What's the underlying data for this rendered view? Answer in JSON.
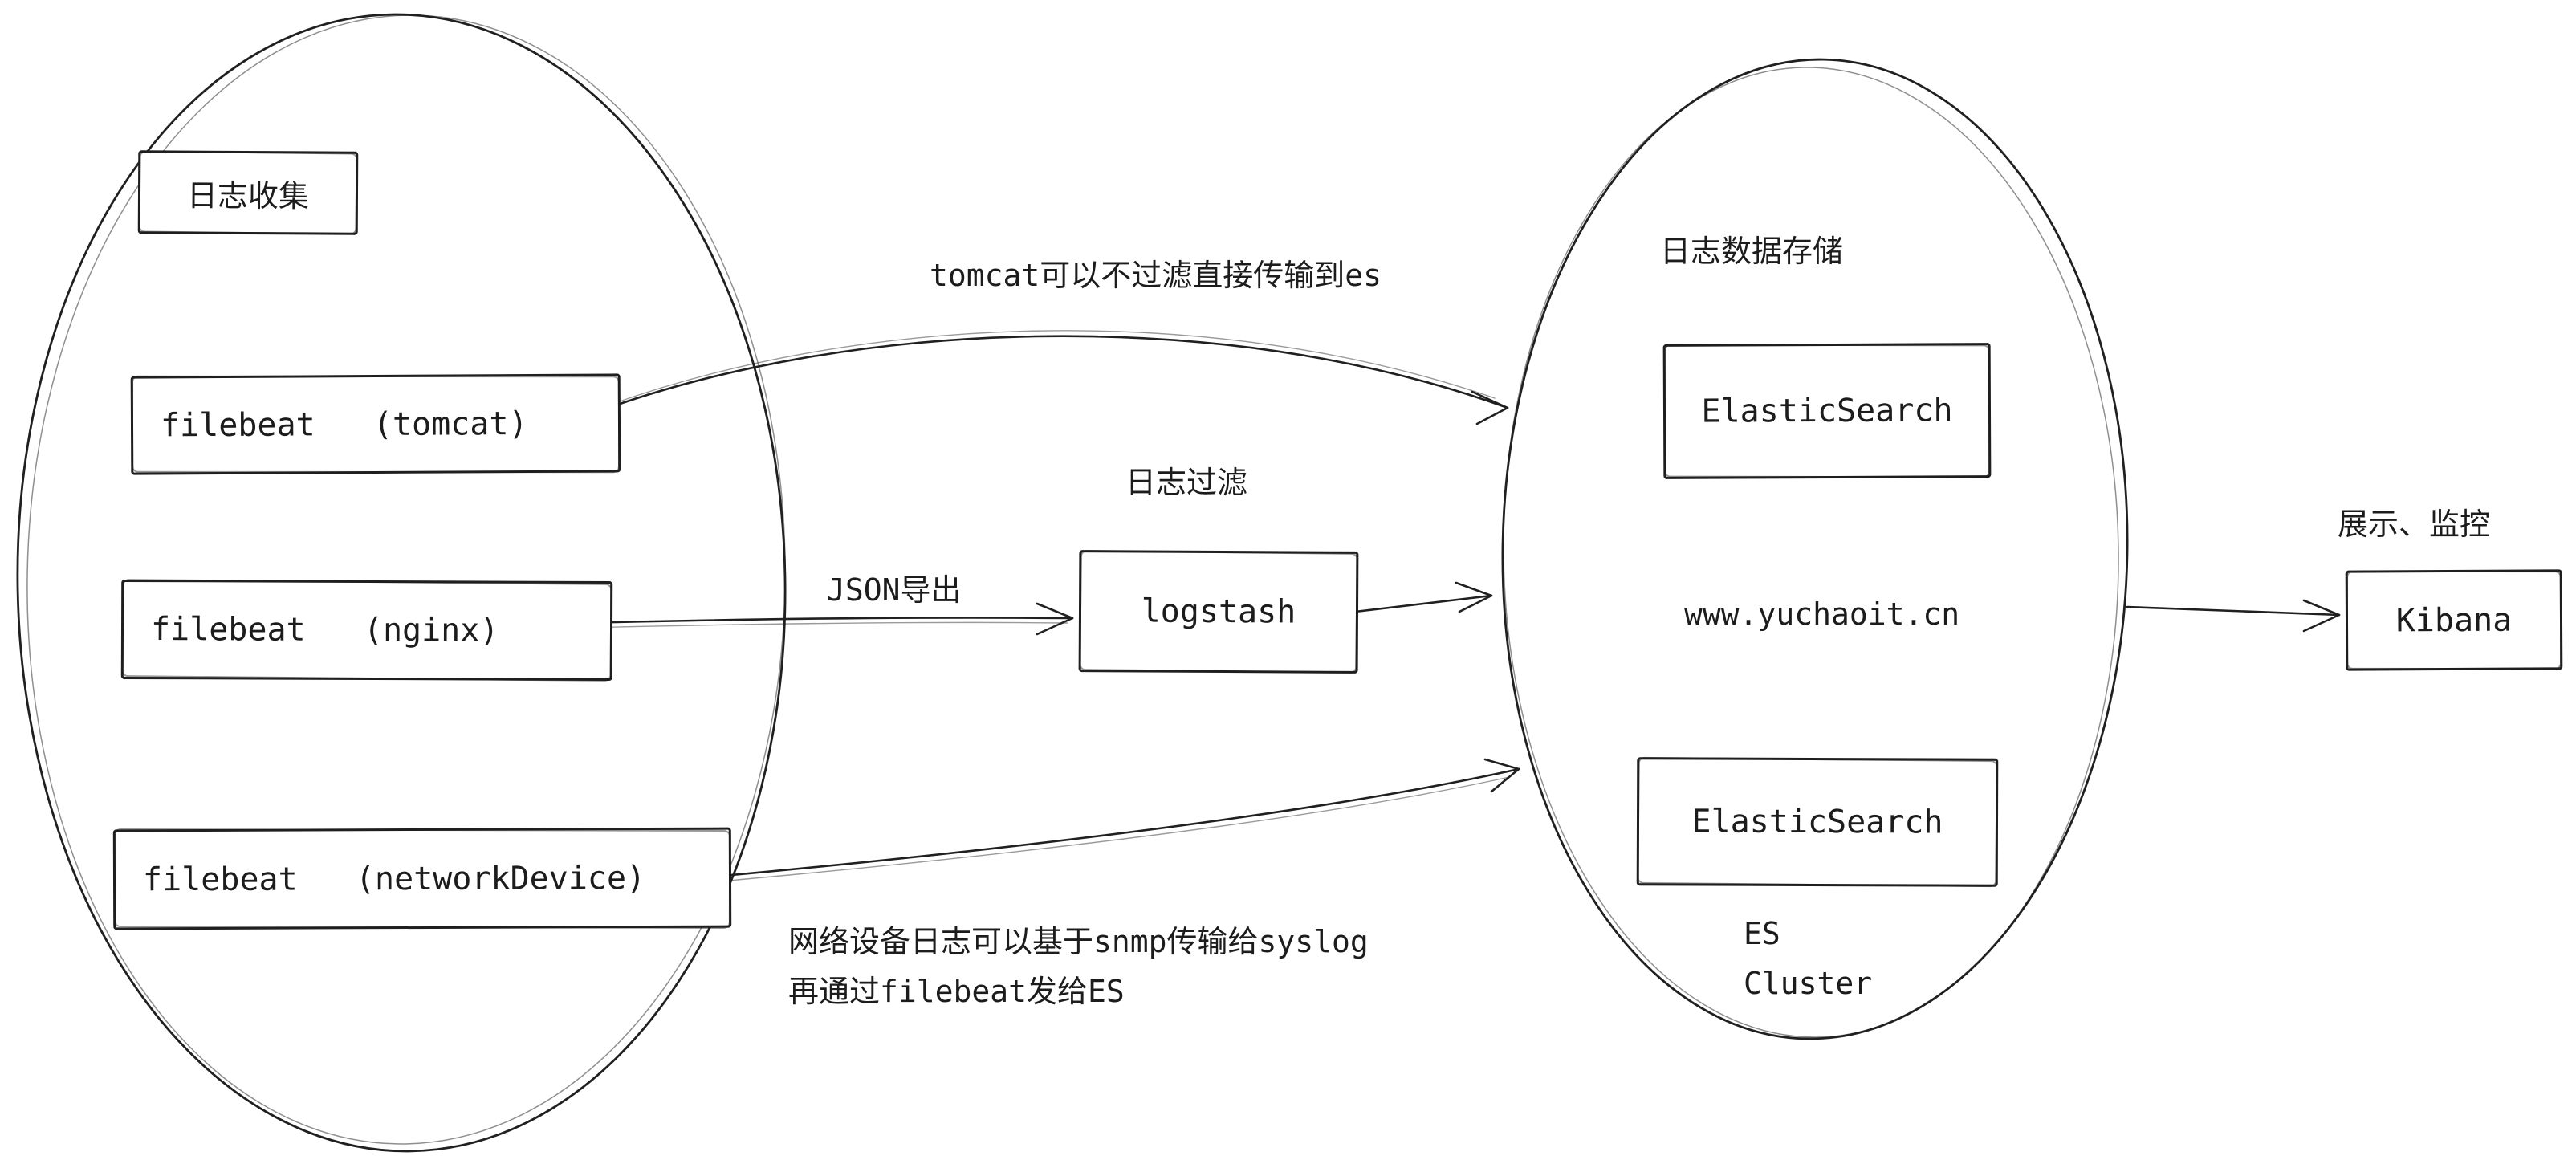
{
  "diagram": {
    "collection": {
      "title": "日志收集",
      "nodes": [
        {
          "label": "filebeat   (tomcat)"
        },
        {
          "label": "filebeat   (nginx)"
        },
        {
          "label": "filebeat   (networkDevice)"
        }
      ]
    },
    "filter": {
      "title": "日志过滤",
      "node_label": "logstash"
    },
    "storage": {
      "title": "日志数据存储",
      "nodes": [
        {
          "label": "ElasticSearch"
        },
        {
          "label": "ElasticSearch"
        }
      ],
      "site": "www.yuchaoit.cn",
      "cluster": "ES\nCluster"
    },
    "display": {
      "title": "展示、监控",
      "node_label": "Kibana"
    },
    "notes": {
      "tomcat_direct": "tomcat可以不过滤直接传输到es",
      "json_export": "JSON导出",
      "snmp_line1": "网络设备日志可以基于snmp传输给syslog",
      "snmp_line2": "再通过filebeat发给ES"
    }
  }
}
